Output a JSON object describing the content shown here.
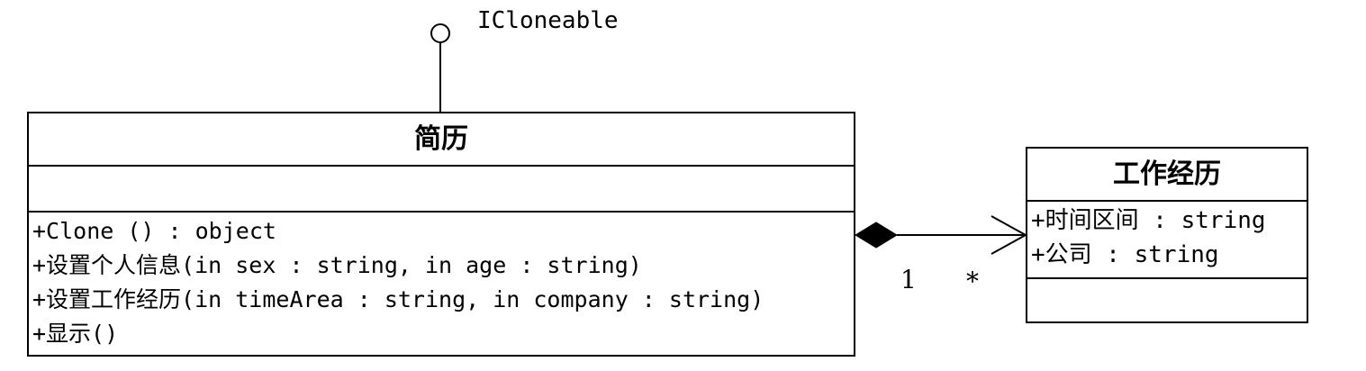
{
  "interface": {
    "name": "ICloneable"
  },
  "classes": {
    "resume": {
      "name": "简历",
      "attributes": [],
      "operations": [
        "+Clone () : object",
        "+设置个人信息(in sex  : string, in age : string)",
        "+设置工作经历(in timeArea  : string, in company  : string)",
        "+显示()"
      ]
    },
    "work_experience": {
      "name": "工作经历",
      "attributes": [
        "+时间区间 : string",
        "+公司 : string"
      ],
      "operations": []
    }
  },
  "association": {
    "type": "composition",
    "source_multiplicity": "1",
    "target_multiplicity": "*"
  }
}
